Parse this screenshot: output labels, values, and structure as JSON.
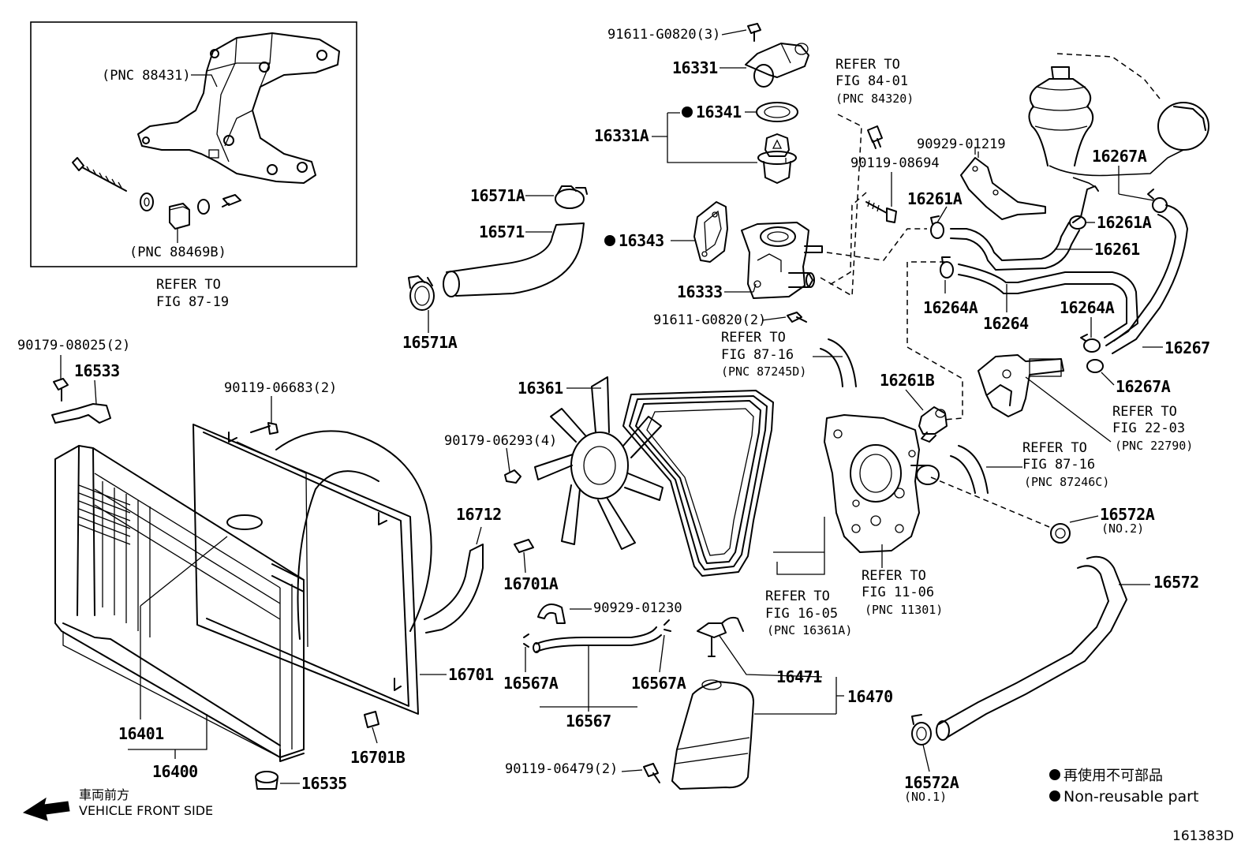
{
  "figure_number": "161383D",
  "legend": {
    "non_reusable_jp": "再使用不可部品",
    "non_reusable_en": "Non-reusable part"
  },
  "vehicle_front": {
    "jp": "車両前方",
    "en": "VEHICLE FRONT SIDE"
  },
  "inset": {
    "pnc_bracket": "(PNC 88431)",
    "pnc_block": "(PNC 88469B)",
    "refer_1": "REFER TO",
    "refer_2": "FIG 87-19"
  },
  "labels": {
    "b_91611_3": "91611-G0820(3)",
    "p16331": "16331",
    "p16341": "16341",
    "p16331A": "16331A",
    "p16343": "16343",
    "p16333": "16333",
    "b_91611_2": "91611-G0820(2)",
    "p16571A_top": "16571A",
    "p16571": "16571",
    "p16571A_bot": "16571A",
    "ref84_1": "REFER TO",
    "ref84_2": "FIG 84-01",
    "ref84_3": "(PNC 84320)",
    "b_90119_08694": "90119-08694",
    "b_90929_01219": "90929-01219",
    "p16267A_top": "16267A",
    "p16261A_left": "16261A",
    "p16261A_right": "16261A",
    "p16261": "16261",
    "p16264A_left": "16264A",
    "p16264": "16264",
    "p16264A_right": "16264A",
    "p16267": "16267",
    "p16267A_bot": "16267A",
    "ref8716a_1": "REFER TO",
    "ref8716a_2": "FIG 87-16",
    "ref8716a_3": "(PNC 87245D)",
    "p16261B": "16261B",
    "ref2203_1": "REFER TO",
    "ref2203_2": "FIG 22-03",
    "ref2203_3": "(PNC 22790)",
    "ref8716b_1": "REFER TO",
    "ref8716b_2": "FIG 87-16",
    "ref8716b_3": "(PNC 87246C)",
    "p16572A_top": "16572A",
    "p16572A_top_note": "(NO.2)",
    "p16572": "16572",
    "p16572A_bot": "16572A",
    "p16572A_bot_note": "(NO.1)",
    "p16361": "16361",
    "b_90179_06293": "90179-06293(4)",
    "ref1605_1": "REFER TO",
    "ref1605_2": "FIG 16-05",
    "ref1605_3": "(PNC 16361A)",
    "ref1106_1": "REFER TO",
    "ref1106_2": "FIG 11-06",
    "ref1106_3": "(PNC 11301)",
    "b_90179_08025": "90179-08025(2)",
    "p16533": "16533",
    "b_90119_06683": "90119-06683(2)",
    "p16712": "16712",
    "p16701A": "16701A",
    "p16701": "16701",
    "p16401": "16401",
    "p16400": "16400",
    "p16535": "16535",
    "p16701B": "16701B",
    "b_90929_01230": "90929-01230",
    "p16567A_left": "16567A",
    "p16567A_right": "16567A",
    "p16567": "16567",
    "p16471": "16471",
    "p16470": "16470",
    "b_90119_06479": "90119-06479(2)"
  }
}
